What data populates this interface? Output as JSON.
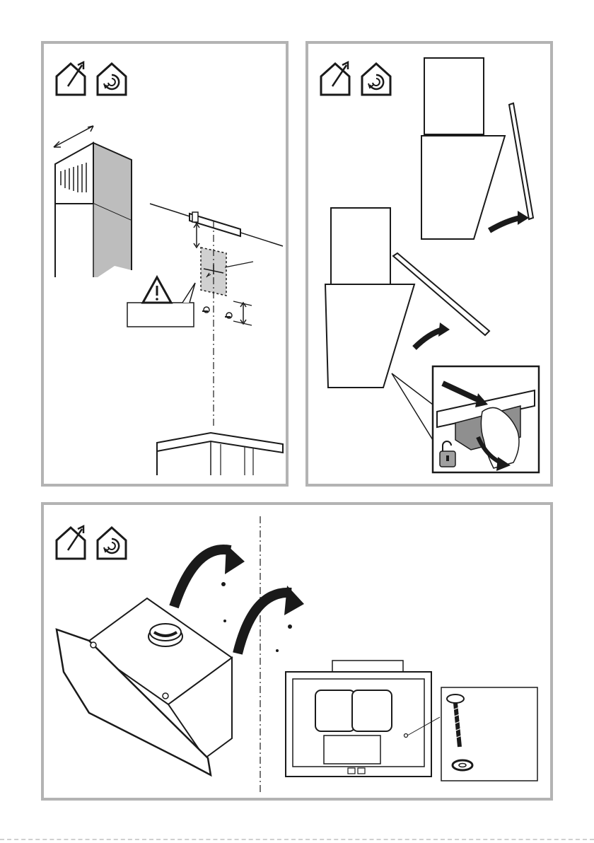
{
  "figure": {
    "panels": [
      {
        "id": "wall-bracket-marking",
        "icons": [
          "ducted-venting-icon",
          "recirculation-icon"
        ]
      },
      {
        "id": "open-glass-panel",
        "icons": [
          "ducted-venting-icon",
          "recirculation-icon"
        ]
      },
      {
        "id": "hang-hood-on-screws",
        "icons": [
          "ducted-venting-icon",
          "recirculation-icon"
        ]
      }
    ],
    "colors": {
      "frame": "#b3b3b3",
      "line": "#1a1a1a",
      "chimney_shade": "#bdbdbd",
      "marked_area": "#d0d0d0",
      "detail_plate": "#8f8f8f"
    }
  }
}
